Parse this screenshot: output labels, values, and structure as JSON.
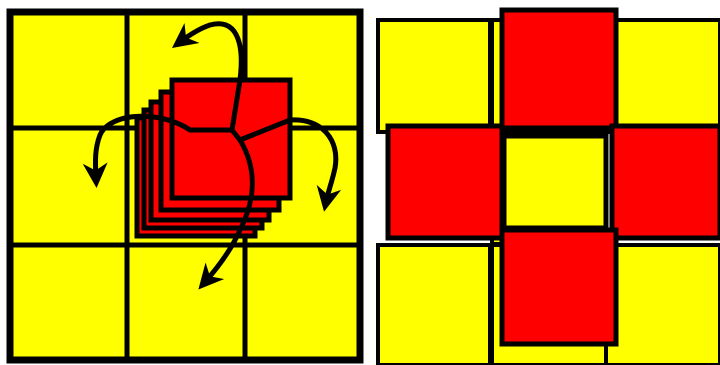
{
  "colors": {
    "background": "#ffffff",
    "sticker": "#ffff00",
    "moved_tile": "#ff0000",
    "stroke": "#000000"
  },
  "left_panel": {
    "grid": {
      "rows": 3,
      "cols": 3
    },
    "stacked_tiles": 5,
    "arrows": [
      {
        "name": "arrow-up-left",
        "direction": "top"
      },
      {
        "name": "arrow-down-left",
        "direction": "left"
      },
      {
        "name": "arrow-down-right",
        "direction": "right"
      },
      {
        "name": "arrow-down-bottom",
        "direction": "bottom"
      }
    ]
  },
  "right_panel": {
    "grid": {
      "rows": 3,
      "cols": 3
    },
    "red_tiles": [
      "top",
      "left",
      "right",
      "bottom"
    ],
    "center_tile": "yellow"
  }
}
